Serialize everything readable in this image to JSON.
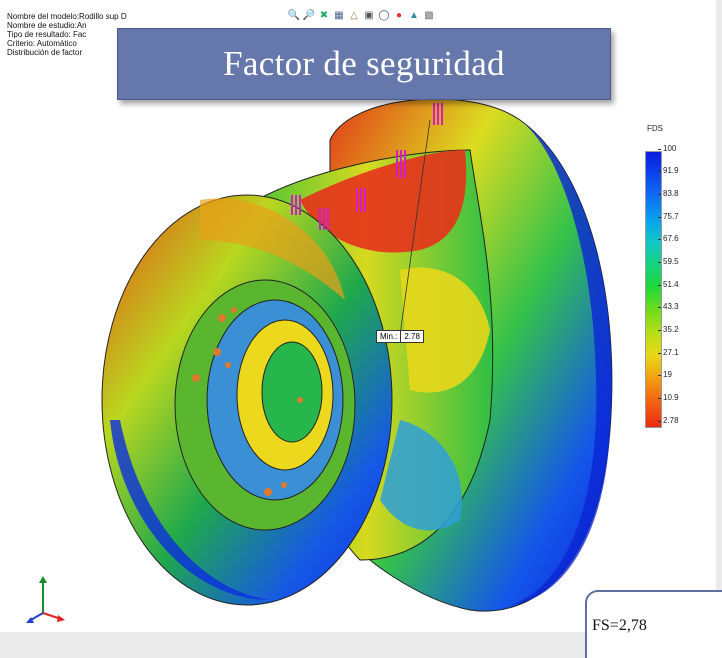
{
  "model_info": {
    "line1": "Nombre del modelo:Rodillo sup D",
    "line2": "Nombre de estudio:An",
    "line3": "Tipo de resultado: Fac",
    "line4": "Criterio: Automático",
    "line5": "Distribución de factor"
  },
  "toolbar": {
    "icons": [
      "zoom-to-fit",
      "zoom-area",
      "view-previous",
      "section-view",
      "view-selector",
      "display-style",
      "hide-show",
      "edit-appearance",
      "apply-scene",
      "view-settings"
    ]
  },
  "title": "Factor de seguridad",
  "legend": {
    "title": "FDS",
    "ticks": [
      "100",
      "91.9",
      "83.8",
      "75.7",
      "67.6",
      "59.5",
      "51.4",
      "43.3",
      "35.2",
      "27.1",
      "19",
      "10.9",
      "2.78"
    ]
  },
  "min_marker": {
    "label": "Min.:",
    "value": "2.78"
  },
  "fs_note": "FS=2,78",
  "colors": {
    "banner": "#6577ab",
    "background": "#ffffff",
    "low": "#e02010",
    "high": "#0a1de0"
  }
}
